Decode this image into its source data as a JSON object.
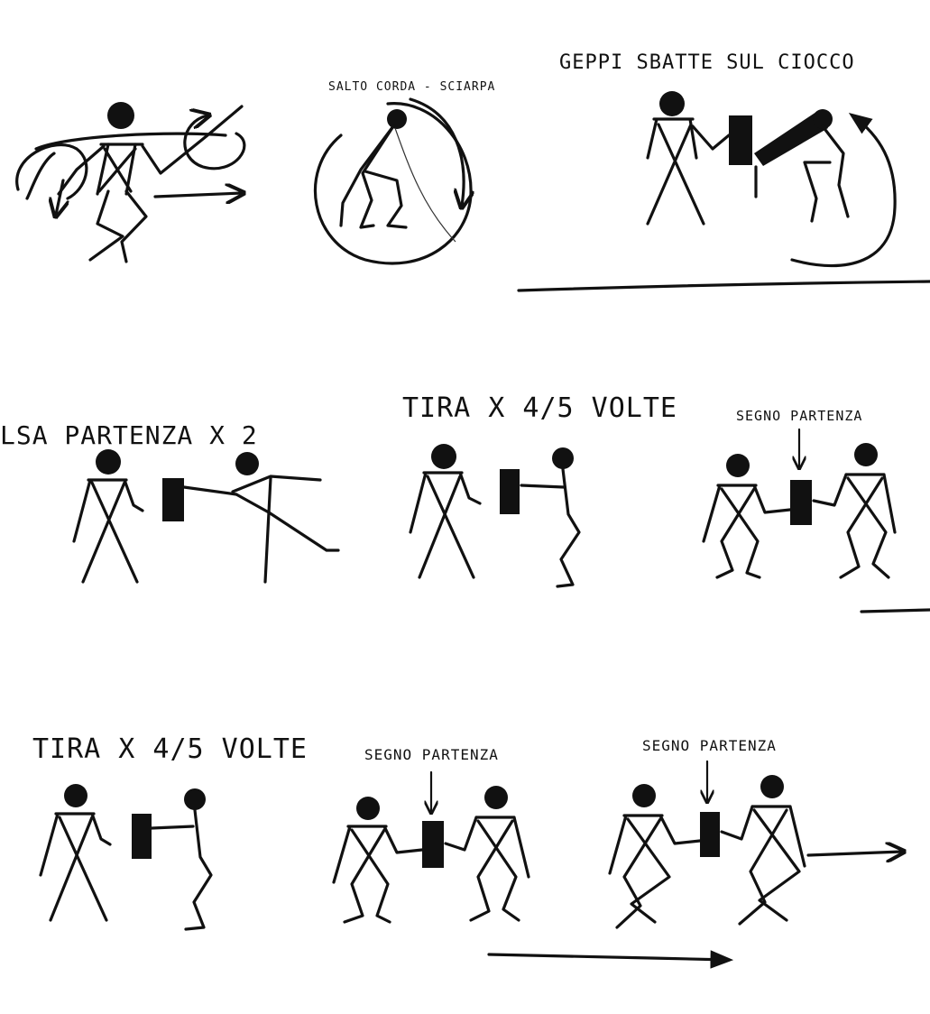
{
  "panels": {
    "p1": {
      "caption": ""
    },
    "p2": {
      "caption": "SALTO CORDA - SCIARPA"
    },
    "p3": {
      "caption": "GEPPI SBATTE SUL CIOCCO"
    },
    "p4": {
      "caption": "LSA PARTENZA X 2"
    },
    "p5": {
      "caption": "TIRA X 4/5 VOLTE"
    },
    "p6": {
      "caption": "SEGNO PARTENZA"
    },
    "p7": {
      "caption": "TIRA X 4/5 VOLTE"
    },
    "p8": {
      "caption": "SEGNO PARTENZA"
    },
    "p9": {
      "caption": "SEGNO PARTENZA"
    }
  },
  "colors": {
    "ink": "#111111",
    "paper": "#ffffff"
  }
}
